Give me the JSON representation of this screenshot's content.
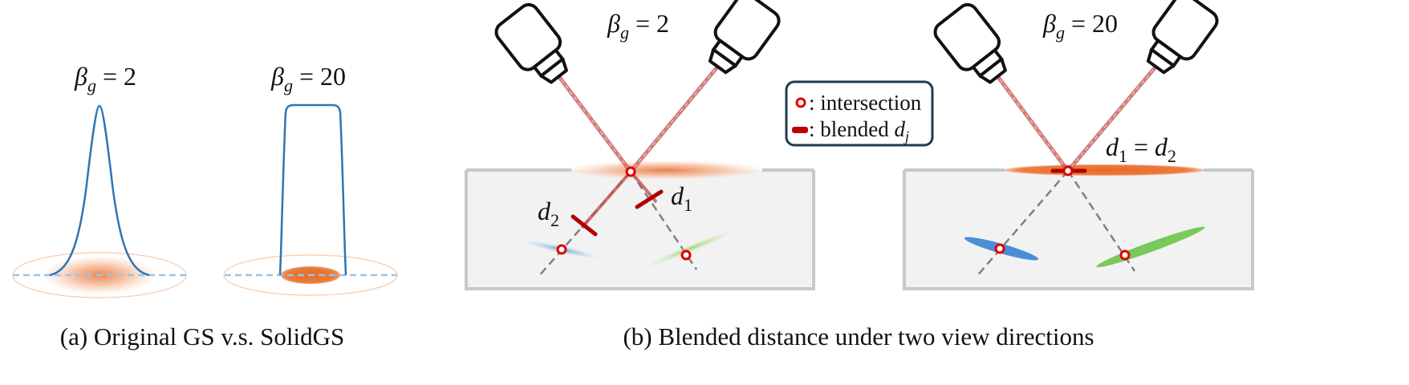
{
  "panel_a": {
    "beta_left": "β",
    "beta_left_sub": "g",
    "beta_left_value": "= 2",
    "beta_right": "β",
    "beta_right_sub": "g",
    "beta_right_value": "= 20",
    "caption": "(a) Original GS v.s. SolidGS"
  },
  "panel_b_left": {
    "beta": "β",
    "beta_sub": "g",
    "beta_value": "= 2",
    "d2": "d",
    "d2_sub": "2",
    "d1": "d",
    "d1_sub": "1"
  },
  "panel_b_right": {
    "beta": "β",
    "beta_sub": "g",
    "beta_value": "= 20",
    "eq_d": "d",
    "eq_sub1": "1",
    "eq_mid": " = ",
    "eq_d2": "d",
    "eq_sub2": "2"
  },
  "legend": {
    "intersection": ": intersection",
    "blended": ": blended ",
    "blended_var": "d",
    "blended_sub": "j"
  },
  "caption_b": "(b) Blended distance under two view directions",
  "colors": {
    "curve": "#2e75b6",
    "dashed_blue": "#9dc3e6",
    "orange": "#e97132",
    "ray": "#c0504d",
    "dark_red": "#b00000",
    "box": "#f2f2f2",
    "box_border": "#c8c8c8",
    "gray_dash": "#808080",
    "blue_gauss": "#4a8fd6",
    "green_gauss": "#79c95b",
    "legend_border": "#1f3a4d"
  }
}
